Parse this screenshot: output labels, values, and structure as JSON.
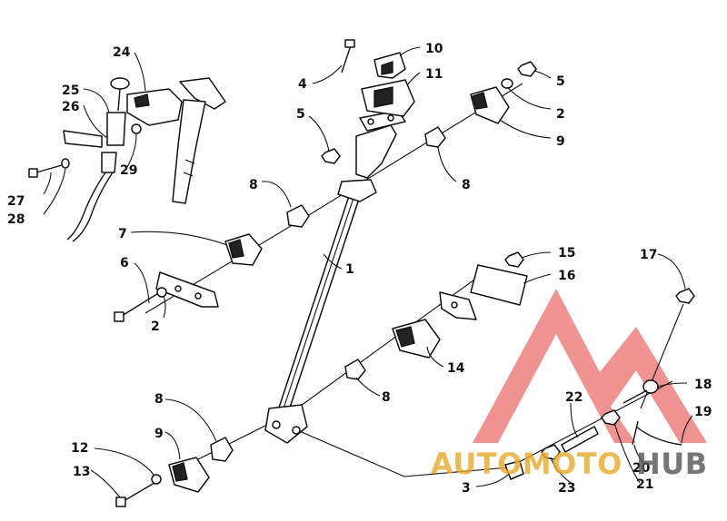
{
  "diagram": {
    "callouts": [
      {
        "id": "c1",
        "label": "1"
      },
      {
        "id": "c2a",
        "label": "2"
      },
      {
        "id": "c2b",
        "label": "2"
      },
      {
        "id": "c3",
        "label": "3"
      },
      {
        "id": "c4",
        "label": "4"
      },
      {
        "id": "c5a",
        "label": "5"
      },
      {
        "id": "c5b",
        "label": "5"
      },
      {
        "id": "c6",
        "label": "6"
      },
      {
        "id": "c7",
        "label": "7"
      },
      {
        "id": "c8a",
        "label": "8"
      },
      {
        "id": "c8b",
        "label": "8"
      },
      {
        "id": "c8c",
        "label": "8"
      },
      {
        "id": "c8d",
        "label": "8"
      },
      {
        "id": "c9a",
        "label": "9"
      },
      {
        "id": "c9b",
        "label": "9"
      },
      {
        "id": "c10",
        "label": "10"
      },
      {
        "id": "c11",
        "label": "11"
      },
      {
        "id": "c12",
        "label": "12"
      },
      {
        "id": "c13",
        "label": "13"
      },
      {
        "id": "c14",
        "label": "14"
      },
      {
        "id": "c15",
        "label": "15"
      },
      {
        "id": "c16",
        "label": "16"
      },
      {
        "id": "c17",
        "label": "17"
      },
      {
        "id": "c18",
        "label": "18"
      },
      {
        "id": "c19",
        "label": "19"
      },
      {
        "id": "c20",
        "label": "20"
      },
      {
        "id": "c21",
        "label": "21"
      },
      {
        "id": "c22",
        "label": "22"
      },
      {
        "id": "c23",
        "label": "23"
      },
      {
        "id": "c24",
        "label": "24"
      },
      {
        "id": "c25",
        "label": "25"
      },
      {
        "id": "c26",
        "label": "26"
      },
      {
        "id": "c27",
        "label": "27"
      },
      {
        "id": "c28",
        "label": "28"
      },
      {
        "id": "c29",
        "label": "29"
      }
    ]
  },
  "watermark": {
    "brand_part1": "AUTOMOTO",
    "brand_part2": "HUB",
    "color_red": "#e23a3a",
    "color_gold": "#e8a92a",
    "color_gray": "#555555"
  }
}
